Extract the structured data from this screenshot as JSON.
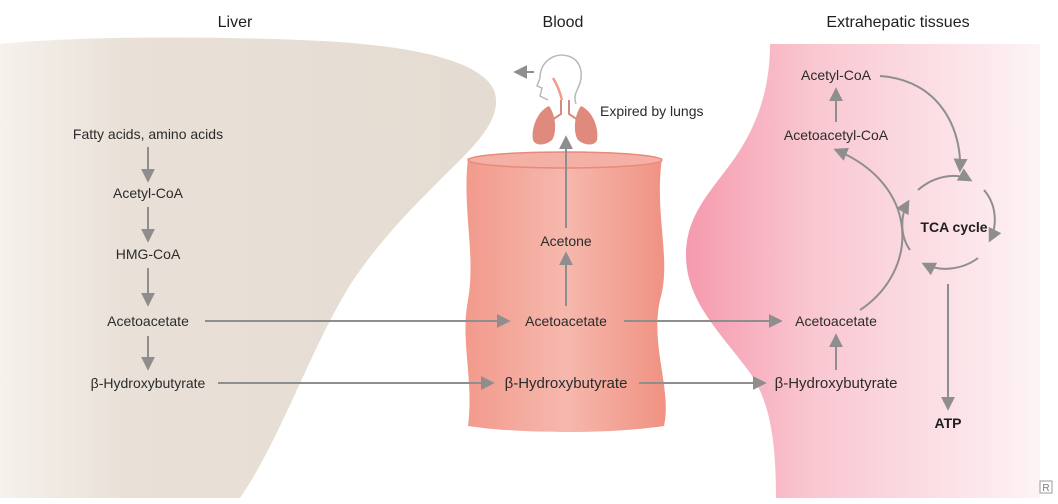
{
  "headers": {
    "liver": "Liver",
    "blood": "Blood",
    "tissues": "Extrahepatic tissues"
  },
  "liver": {
    "fatty_acids": "Fatty acids, amino acids",
    "acetyl_coa": "Acetyl-CoA",
    "hmg_coa": "HMG-CoA",
    "acetoacetate": "Acetoacetate",
    "hydroxybutyrate": "β-Hydroxybutyrate"
  },
  "blood": {
    "lungs_label": "Expired by lungs",
    "acetone": "Acetone",
    "acetoacetate": "Acetoacetate",
    "hydroxybutyrate": "β-Hydroxybutyrate"
  },
  "tissues": {
    "acetyl_coa": "Acetyl-CoA",
    "acetoacetyl_coa": "Acetoacetyl-CoA",
    "tca_cycle": "TCA cycle",
    "acetoacetate": "Acetoacetate",
    "hydroxybutyrate": "β-Hydroxybutyrate",
    "atp": "ATP"
  },
  "watermark": "R",
  "colors": {
    "liver_fill": "#e8e0d8",
    "blood_fill": "#f2a89c",
    "tissue_fill": "#f7b8c4",
    "arrow": "#8e8e8e"
  },
  "icons": {
    "person": "person-head-icon",
    "lungs": "lungs-icon"
  }
}
